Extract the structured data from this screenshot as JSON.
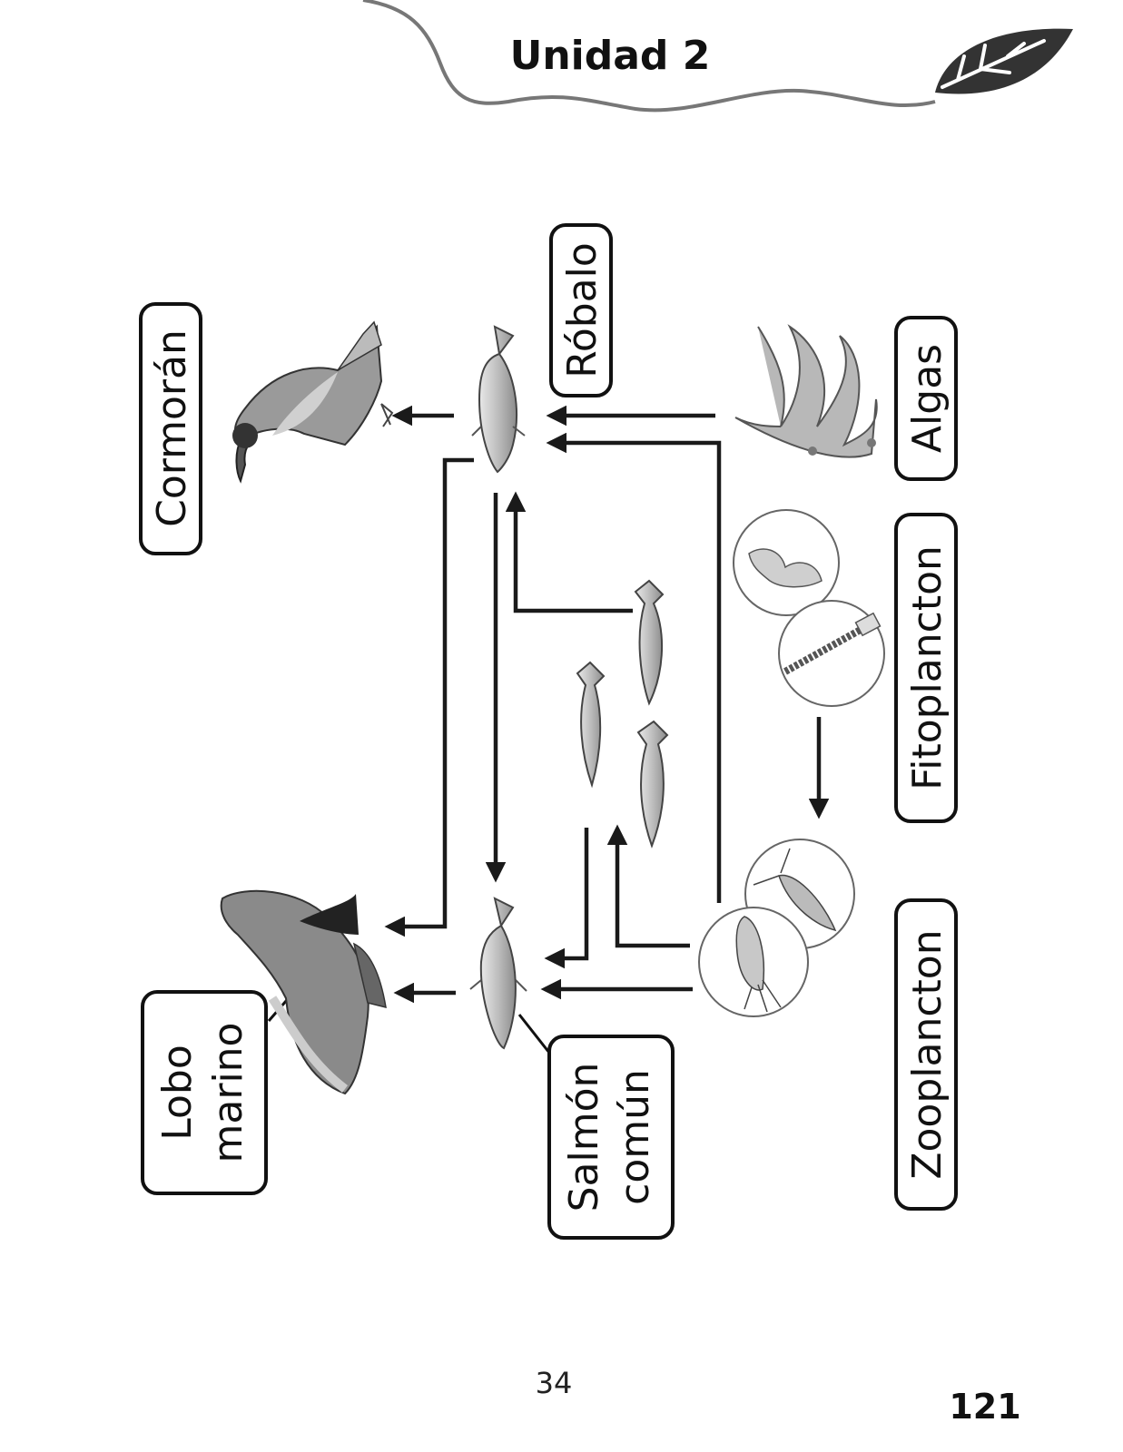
{
  "header": {
    "unit_title": "Unidad  2"
  },
  "organisms": {
    "cormoran": "Cormorán",
    "robalo": "Róbalo",
    "algas": "Algas",
    "fitoplancton": "Fitoplancton",
    "zooplancton": "Zooplancton",
    "lobo_line1": "Lobo",
    "lobo_line2": "marino",
    "salmon_line1": "Salmón",
    "salmon_line2": "común"
  },
  "footer": {
    "page_number": "34",
    "book_page": "121"
  },
  "diagram": {
    "flows": [
      {
        "from": "Algas",
        "to": "Róbalo"
      },
      {
        "from": "Zooplancton",
        "to": "Róbalo"
      },
      {
        "from": "Róbalo",
        "to": "Cormorán"
      },
      {
        "from": "Róbalo",
        "to": "Lobo marino"
      },
      {
        "from": "Róbalo",
        "to": "Salmón común"
      },
      {
        "from": "Fitoplancton",
        "to": "Zooplancton"
      },
      {
        "from": "Zooplancton",
        "to": "Salmón común"
      },
      {
        "from": "Salmón común",
        "to": "Lobo marino"
      }
    ]
  }
}
